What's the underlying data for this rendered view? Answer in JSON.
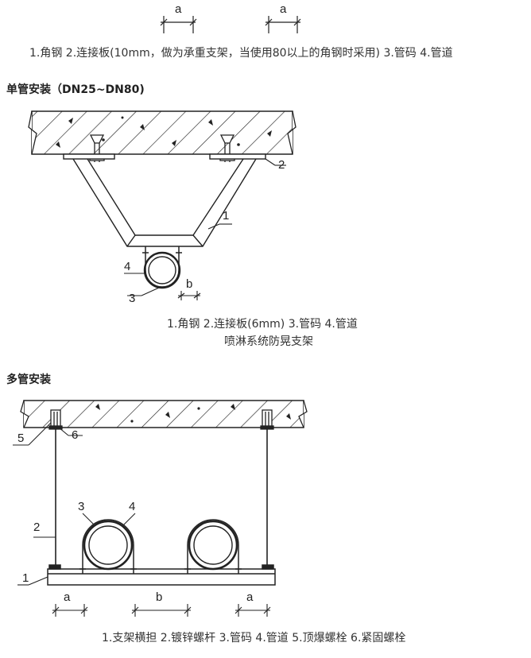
{
  "top": {
    "dim_a_left": "a",
    "dim_a_right": "a",
    "caption": "1.角钢 2.连接板(10mm，做为承重支架，当使用80以上的角钢时采用) 3.管码 4.管道"
  },
  "single": {
    "heading": "单管安装（DN25~DN80)",
    "labels": {
      "l1": "1",
      "l2": "2",
      "l3": "3",
      "l4": "4",
      "b": "b"
    },
    "caption_line1": "1.角钢 2.连接板(6mm) 3.管码 4.管道",
    "caption_line2": "喷淋系统防晃支架"
  },
  "multi": {
    "heading": "多管安装",
    "labels": {
      "l1": "1",
      "l2": "2",
      "l3": "3",
      "l4": "4",
      "l5": "5",
      "l6": "6",
      "a_left": "a",
      "b": "b",
      "a_right": "a"
    },
    "caption": "1.支架横担 2.镀锌螺杆 3.管码 4.管道 5.顶爆螺栓 6.紧固螺栓"
  }
}
